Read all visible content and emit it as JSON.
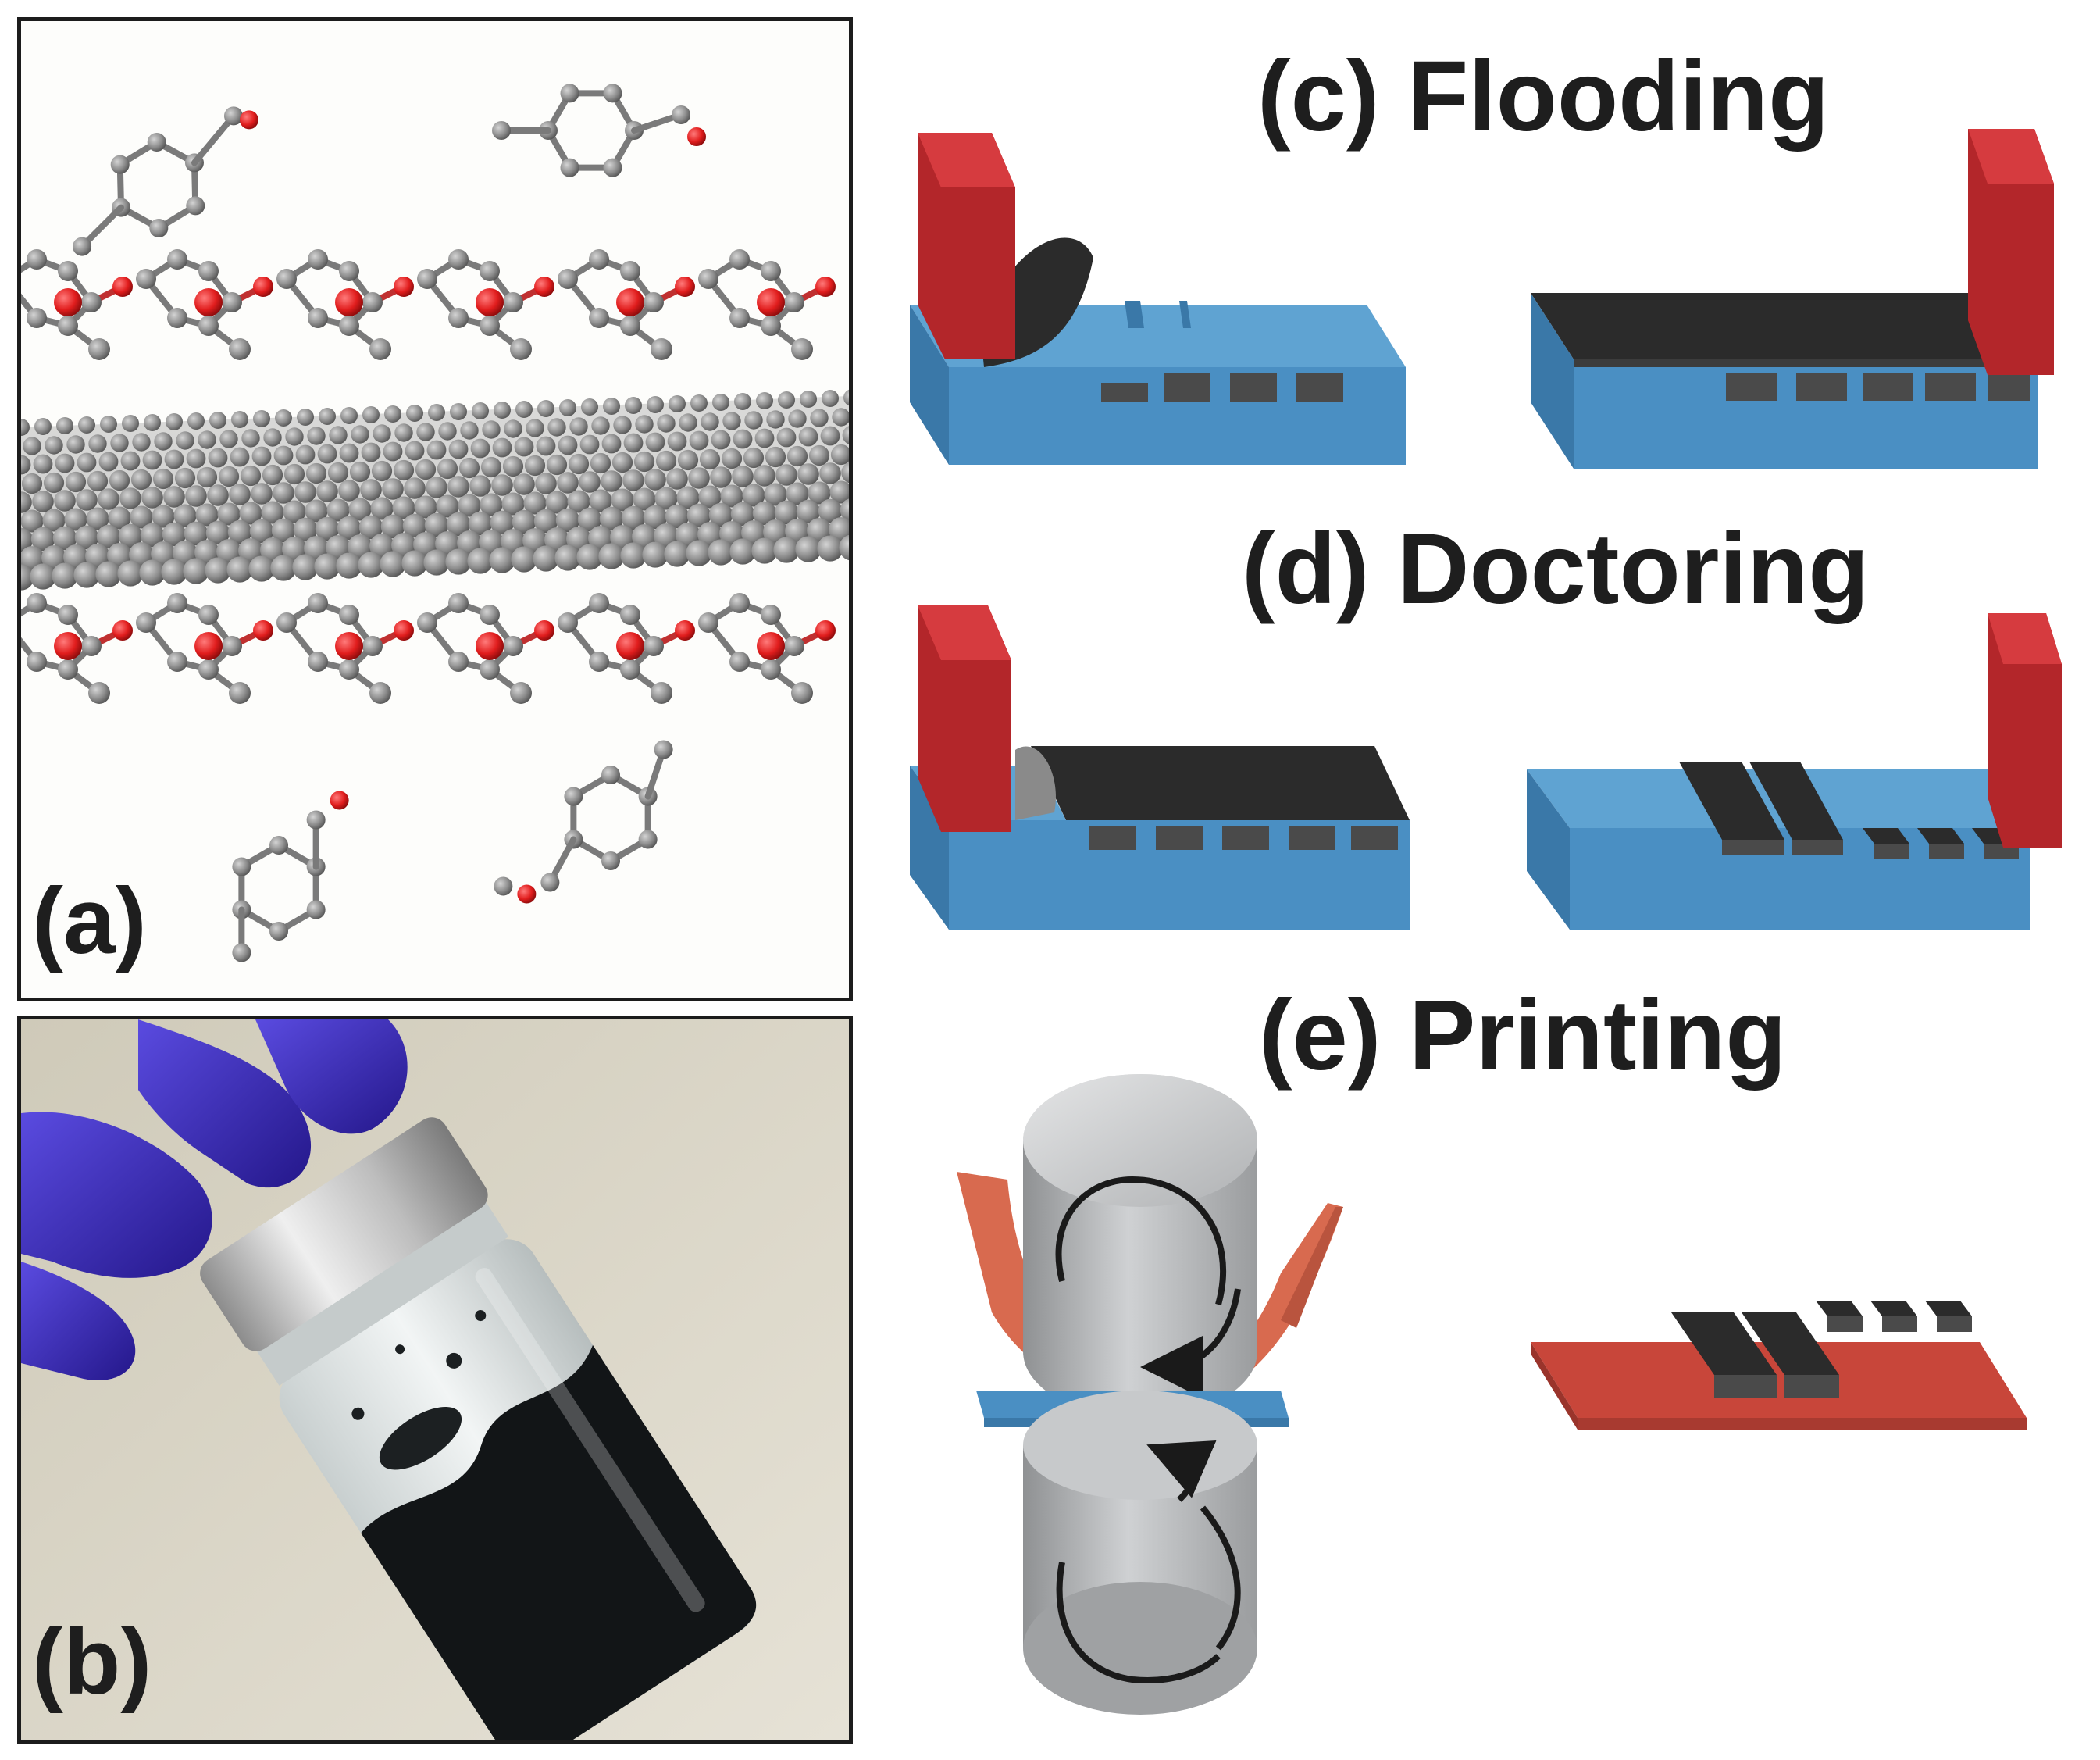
{
  "panels": {
    "a": {
      "label": "(a)"
    },
    "b": {
      "label": "(b)"
    },
    "c": {
      "title": "(c) Flooding"
    },
    "d": {
      "title": "(d) Doctoring"
    },
    "e": {
      "title": "(e) Printing"
    }
  },
  "colors": {
    "substrate_blue": "#4a8fc3",
    "blade_red": "#b3262a",
    "ink_black": "#2b2b2b",
    "cell_dark": "#4a4a4a",
    "roller_gray": "#b9bbbd",
    "web_orange": "#d86a4f",
    "print_red": "#c8463a",
    "carbon_gray": "#8e8e8e",
    "oxygen_red": "#e02020",
    "glove_purple": "#3b2bb0"
  }
}
